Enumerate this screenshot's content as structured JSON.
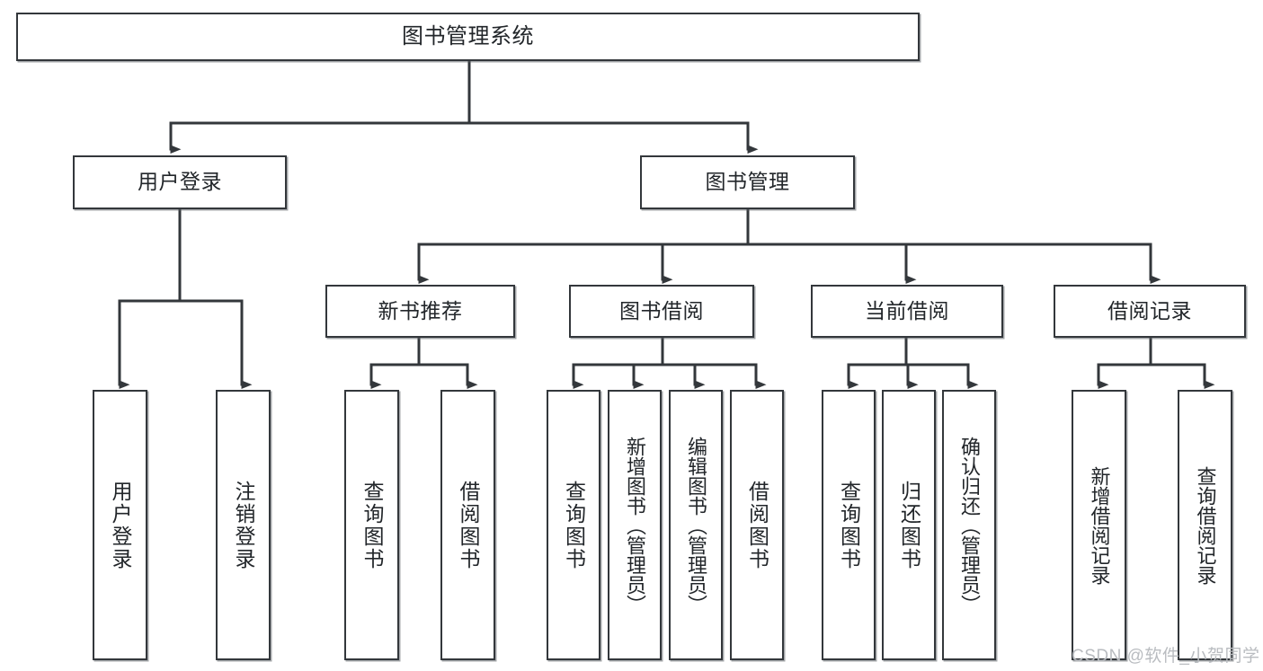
{
  "diagram": {
    "title": "图书管理系统",
    "type": "hierarchy-tree",
    "root": {
      "label": "图书管理系统"
    },
    "level2": [
      {
        "label": "用户登录"
      },
      {
        "label": "图书管理"
      }
    ],
    "level3": [
      {
        "label": "新书推荐"
      },
      {
        "label": "图书借阅"
      },
      {
        "label": "当前借阅"
      },
      {
        "label": "借阅记录"
      }
    ],
    "leaves": {
      "user_login": [
        {
          "label": "用户登录"
        },
        {
          "label": "注销登录"
        }
      ],
      "new_book_recommend": [
        {
          "label": "查询图书"
        },
        {
          "label": "借阅图书"
        }
      ],
      "book_borrow": [
        {
          "label": "查询图书"
        },
        {
          "label": "新增图书（管理员）"
        },
        {
          "label": "编辑图书（管理员）"
        },
        {
          "label": "借阅图书"
        }
      ],
      "current_borrow": [
        {
          "label": "查询图书"
        },
        {
          "label": "归还图书"
        },
        {
          "label": "确认归还（管理员）"
        }
      ],
      "borrow_record": [
        {
          "label": "新增借阅记录"
        },
        {
          "label": "查询借阅记录"
        }
      ]
    }
  },
  "watermark": {
    "text": "CSDN @软件_小贺同学"
  },
  "colors": {
    "stroke": "#33373b",
    "box_fill": "#ffffff",
    "text": "#22262a",
    "watermark": "#b9bcc0",
    "background": "#ffffff"
  }
}
